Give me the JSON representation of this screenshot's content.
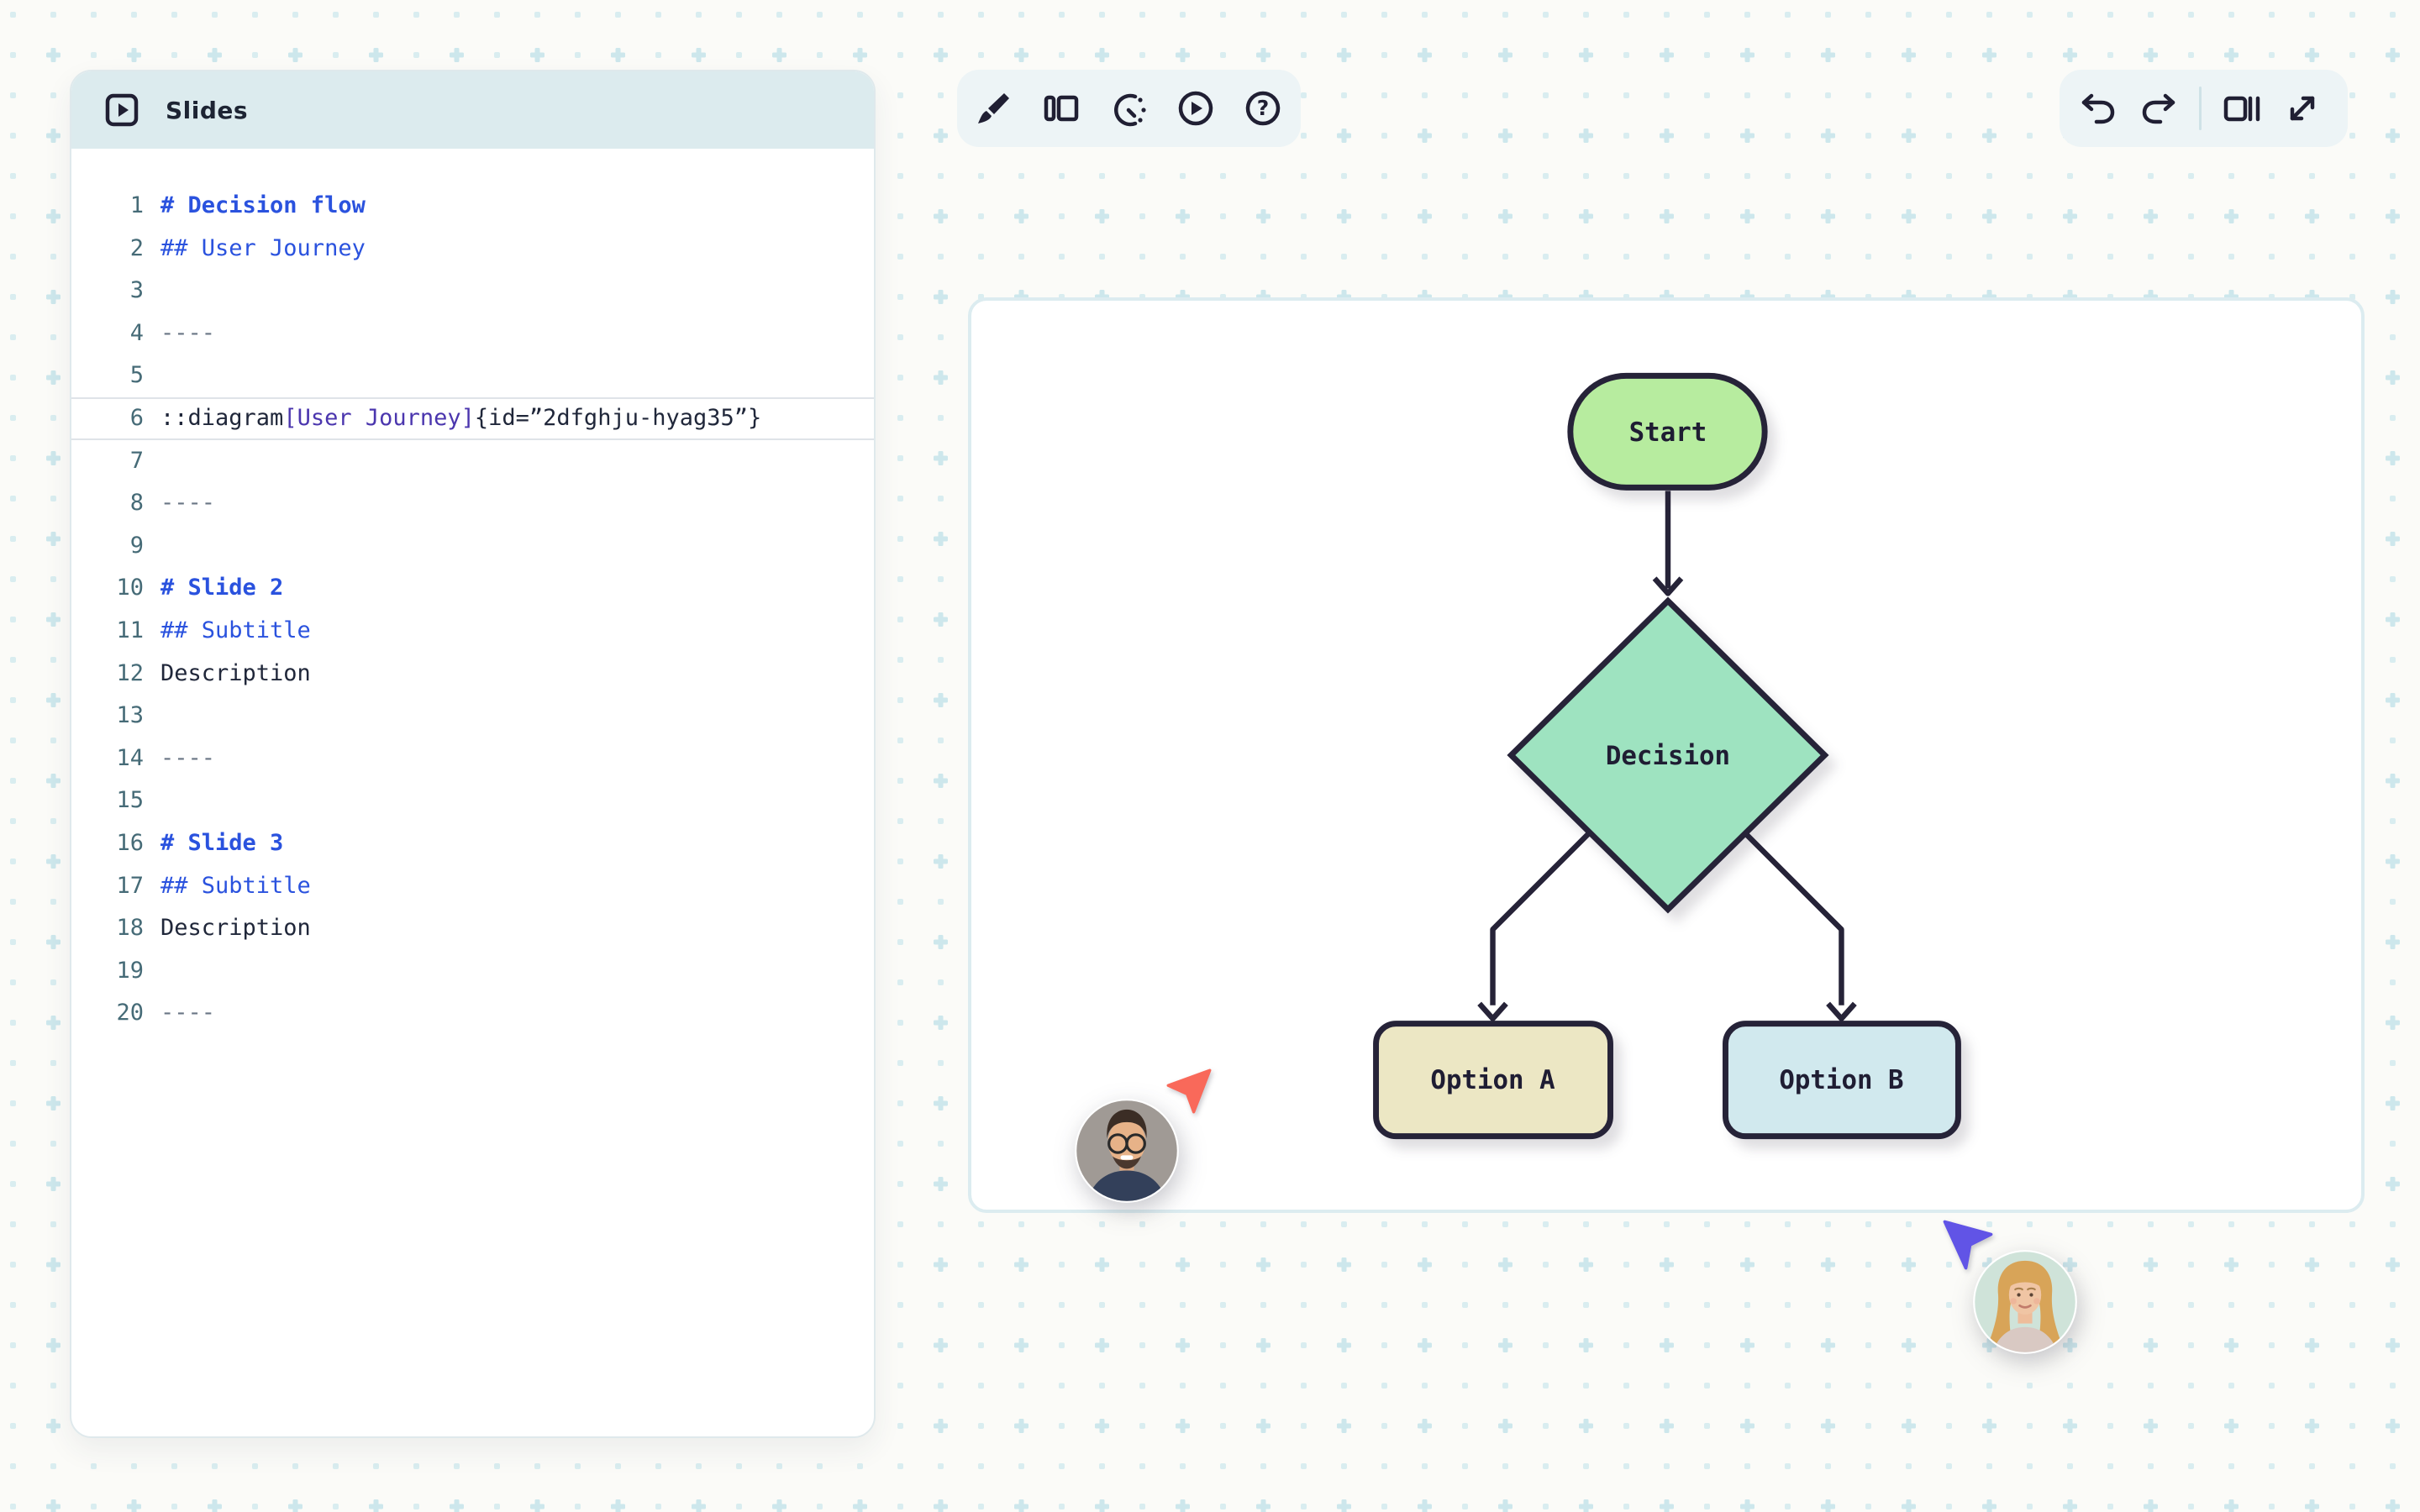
{
  "editor": {
    "title": "Slides",
    "header_icon": "play-square-icon",
    "lines": [
      {
        "n": "1",
        "segs": [
          {
            "t": "# Decision flow",
            "s": "h1"
          }
        ]
      },
      {
        "n": "2",
        "segs": [
          {
            "t": "## User Journey",
            "s": "h2"
          }
        ]
      },
      {
        "n": "3",
        "segs": []
      },
      {
        "n": "4",
        "segs": [
          {
            "t": "----",
            "s": "hr"
          }
        ]
      },
      {
        "n": "5",
        "segs": []
      },
      {
        "n": "6",
        "active": true,
        "segs": [
          {
            "t": "::diagram",
            "s": "code"
          },
          {
            "t": "[User Journey]",
            "s": "attr"
          },
          {
            "t": "{id=”2dfghju-hyag35”}",
            "s": "code"
          }
        ]
      },
      {
        "n": "7",
        "segs": []
      },
      {
        "n": "8",
        "segs": [
          {
            "t": "----",
            "s": "hr"
          }
        ]
      },
      {
        "n": "9",
        "segs": []
      },
      {
        "n": "10",
        "segs": [
          {
            "t": "# Slide 2",
            "s": "h1"
          }
        ]
      },
      {
        "n": "11",
        "segs": [
          {
            "t": "## Subtitle",
            "s": "h2"
          }
        ]
      },
      {
        "n": "12",
        "segs": [
          {
            "t": "Description",
            "s": "code"
          }
        ]
      },
      {
        "n": "13",
        "segs": []
      },
      {
        "n": "14",
        "segs": [
          {
            "t": "----",
            "s": "hr"
          }
        ]
      },
      {
        "n": "15",
        "segs": []
      },
      {
        "n": "16",
        "segs": [
          {
            "t": "# Slide 3",
            "s": "h1"
          }
        ]
      },
      {
        "n": "17",
        "segs": [
          {
            "t": "## Subtitle",
            "s": "h2"
          }
        ]
      },
      {
        "n": "18",
        "segs": [
          {
            "t": "Description",
            "s": "code"
          }
        ]
      },
      {
        "n": "19",
        "segs": []
      },
      {
        "n": "20",
        "segs": [
          {
            "t": "----",
            "s": "hr"
          }
        ]
      }
    ]
  },
  "toolbar_center": {
    "icons": [
      "brush-icon",
      "split-view-icon",
      "timer-icon",
      "play-circle-icon",
      "help-circle-icon"
    ],
    "help_glyph": "?"
  },
  "toolbar_right": {
    "icons": [
      "undo-icon",
      "redo-icon",
      "sidebar-panel-icon",
      "expand-icon"
    ]
  },
  "diagram": {
    "nodes": [
      {
        "id": "start",
        "label": "Start",
        "shape": "stadium",
        "fill": "#b7ec9f"
      },
      {
        "id": "decision",
        "label": "Decision",
        "shape": "diamond",
        "fill": "#9ee3c0"
      },
      {
        "id": "optionA",
        "label": "Option A",
        "shape": "rect",
        "fill": "#ece7c4"
      },
      {
        "id": "optionB",
        "label": "Option B",
        "shape": "rect",
        "fill": "#d1e9ee"
      }
    ],
    "edges": [
      {
        "from": "start",
        "to": "decision"
      },
      {
        "from": "decision",
        "to": "optionA"
      },
      {
        "from": "decision",
        "to": "optionB"
      }
    ],
    "stroke_color": "#262338"
  },
  "presence": {
    "cursors": [
      {
        "id": "cursor-coral",
        "color": "#f9695a"
      },
      {
        "id": "cursor-purple",
        "color": "#6154e6"
      }
    ],
    "avatars": [
      {
        "id": "avatar-man",
        "desc": "man-with-glasses"
      },
      {
        "id": "avatar-woman",
        "desc": "blonde-woman"
      }
    ]
  },
  "colors": {
    "page_bg": "#fbfbf8",
    "pattern_dot": "#d9edf0",
    "pattern_plus": "#cde7ec",
    "panel_header_bg": "#dcebee",
    "toolbar_bg": "#edf4f6",
    "heading_blue": "#2a52de",
    "directive_purple": "#4b36ae",
    "line_number": "#466b77",
    "canvas_border": "#dcecf0"
  }
}
